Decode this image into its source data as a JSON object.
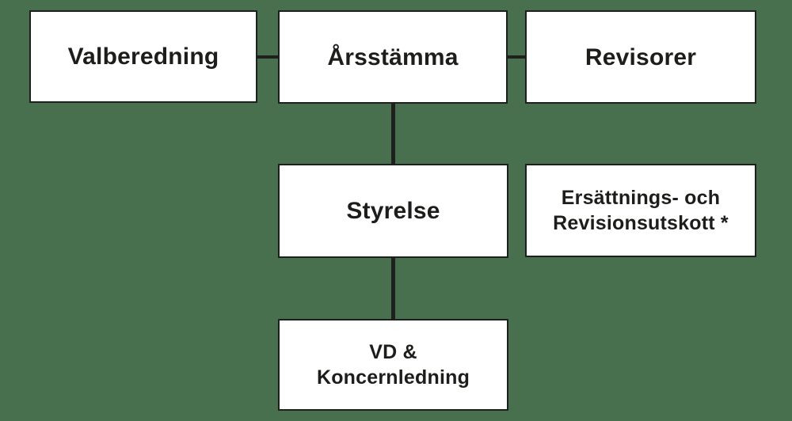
{
  "colors": {
    "background": "#48704F",
    "box_background": "#FFFFFF",
    "line": "#1E201E",
    "text": "#1D1D1B"
  },
  "diagram": {
    "type": "org-chart",
    "nodes": {
      "valberedning": {
        "label": "Valberedning"
      },
      "arsstamma": {
        "label": "Årsstämma"
      },
      "revisorer": {
        "label": "Revisorer"
      },
      "styrelse": {
        "label": "Styrelse"
      },
      "utskott": {
        "label": "Ersättnings- och\nRevisionsutskott *"
      },
      "vd": {
        "label": "VD &\nKoncernledning"
      }
    },
    "edges": [
      {
        "from": "valberedning",
        "to": "arsstamma",
        "orientation": "horizontal"
      },
      {
        "from": "arsstamma",
        "to": "revisorer",
        "orientation": "horizontal"
      },
      {
        "from": "arsstamma",
        "to": "styrelse",
        "orientation": "vertical"
      },
      {
        "from": "styrelse",
        "to": "vd",
        "orientation": "vertical"
      }
    ]
  }
}
